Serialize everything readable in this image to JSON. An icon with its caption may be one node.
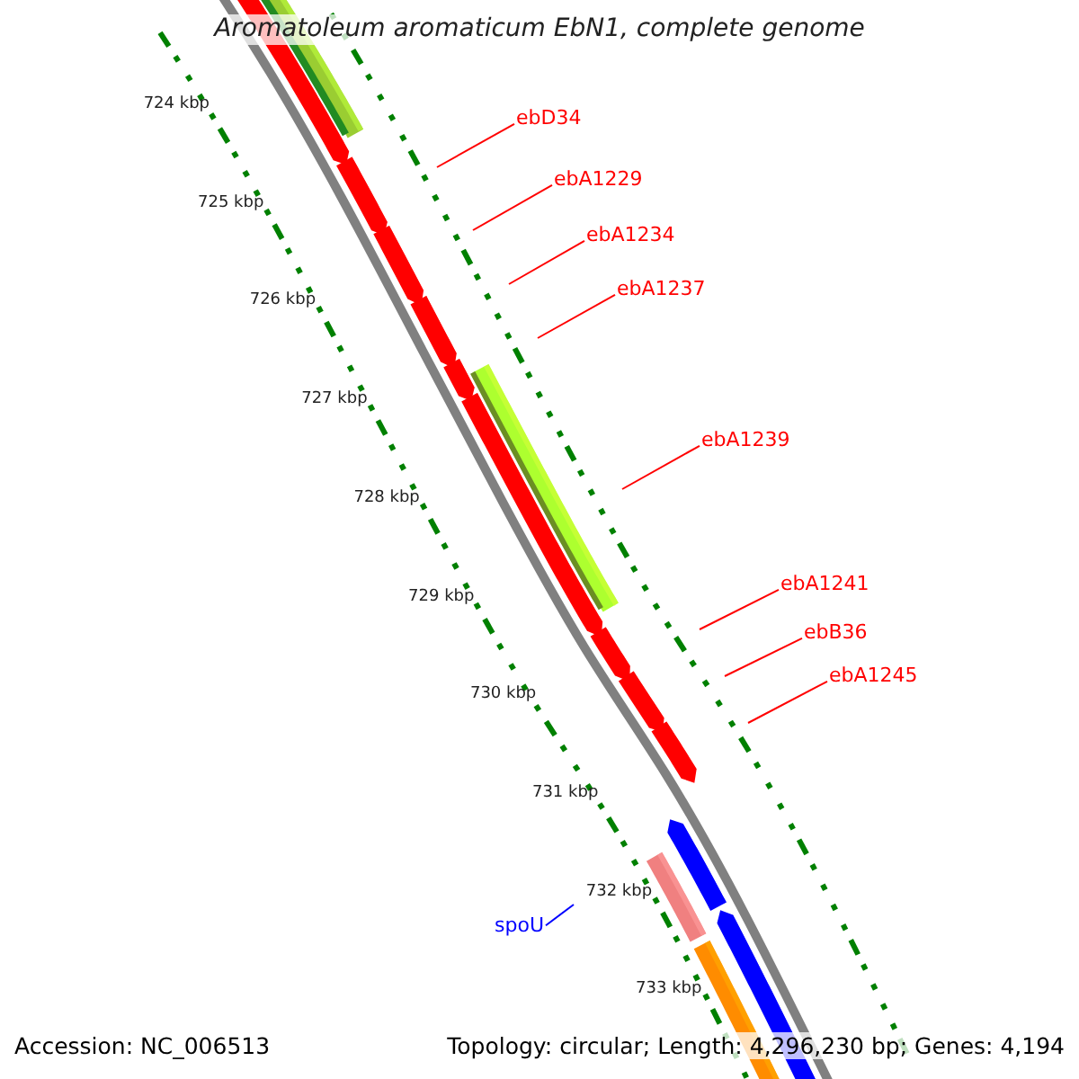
{
  "diagram": {
    "title": "Aromatoleum aromaticum EbN1, complete genome",
    "nodes": [
      {
        "text": [
          "ebD34"
        ]
      },
      {
        "text": [
          "ebA1229"
        ]
      },
      {
        "text": [
          "ebA1234"
        ]
      },
      {
        "text": [
          "ebA1237"
        ]
      },
      {
        "text": [
          "ebA1239"
        ]
      },
      {
        "text": [
          "ebA1241"
        ]
      },
      {
        "text": [
          "ebB36"
        ]
      },
      {
        "text": [
          "ebA1245"
        ]
      },
      {
        "text": [
          "spoU"
        ]
      }
    ],
    "edges": [
      {
        "from": 0,
        "to": null,
        "arrow": "none"
      },
      {
        "from": 1,
        "to": null,
        "arrow": "none"
      },
      {
        "from": 2,
        "to": null,
        "arrow": "none"
      },
      {
        "from": 3,
        "to": null,
        "arrow": "none"
      },
      {
        "from": 4,
        "to": null,
        "arrow": "none"
      },
      {
        "from": 5,
        "to": null,
        "arrow": "none"
      },
      {
        "from": 6,
        "to": null,
        "arrow": "none"
      },
      {
        "from": 7,
        "to": null,
        "arrow": "none"
      },
      {
        "from": 8,
        "to": null,
        "arrow": "none",
        "color": "#0000ff"
      }
    ],
    "labels": [
      "724 kbp",
      "725 kbp",
      "726 kbp",
      "727 kbp",
      "728 kbp",
      "729 kbp",
      "730 kbp",
      "731 kbp",
      "732 kbp",
      "733 kbp",
      "Accession: NC_006513",
      "Topology: circular; Length: 4,296,230 bp; Genes: 4,194"
    ]
  }
}
